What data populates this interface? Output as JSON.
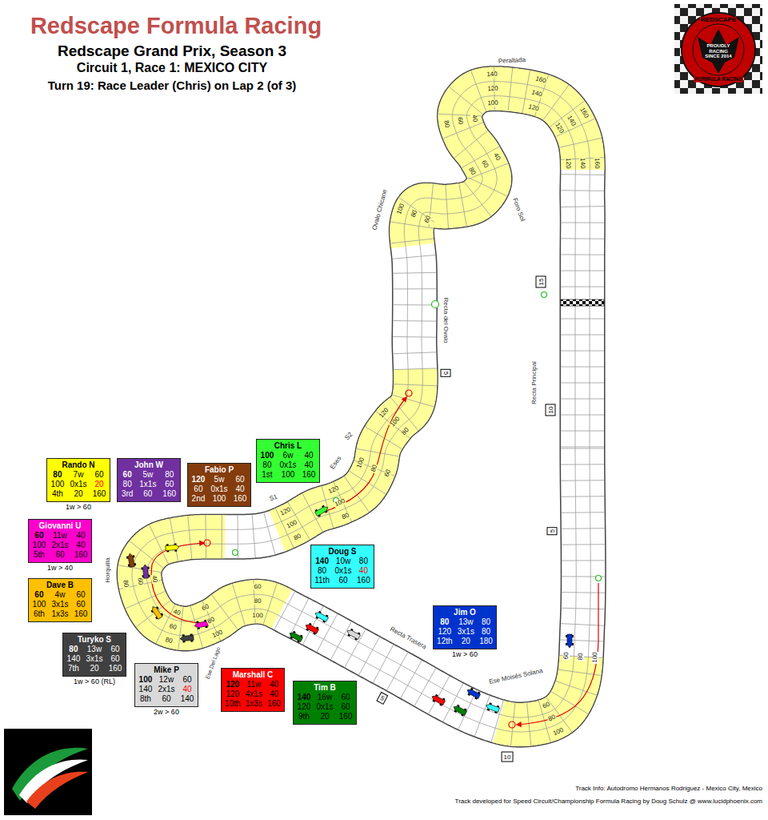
{
  "diagram": {
    "title": "Redscape Formula Racing",
    "nodes": [
      {
        "text": [
          "Rando N",
          "80",
          "7w",
          "60",
          "100",
          "0x1s",
          "20",
          "4th",
          "20",
          "160",
          "1w > 60"
        ]
      },
      {
        "text": [
          "John W",
          "60",
          "5w",
          "80",
          "80",
          "1x1s",
          "60",
          "3rd",
          "60",
          "160"
        ]
      },
      {
        "text": [
          "Fabio P",
          "120",
          "5w",
          "60",
          "60",
          "0x1s",
          "40",
          "2nd",
          "100",
          "160"
        ]
      },
      {
        "text": [
          "Chris L",
          "100",
          "6w",
          "40",
          "80",
          "0x1s",
          "40",
          "1st",
          "100",
          "160"
        ]
      },
      {
        "text": [
          "Giovanni U",
          "60",
          "11w",
          "40",
          "100",
          "2x1s",
          "40",
          "5th",
          "60",
          "160",
          "1w > 40"
        ]
      },
      {
        "text": [
          "Doug S",
          "140",
          "10w",
          "80",
          "80",
          "0x1s",
          "40",
          "11th",
          "60",
          "160"
        ]
      },
      {
        "text": [
          "Dave B",
          "60",
          "4w",
          "60",
          "100",
          "3x1s",
          "60",
          "6th",
          "1x3s",
          "160"
        ]
      },
      {
        "text": [
          "Jim O",
          "80",
          "13w",
          "80",
          "120",
          "3x1s",
          "80",
          "12th",
          "20",
          "180",
          "1w > 60"
        ]
      },
      {
        "text": [
          "Turyko S",
          "80",
          "13w",
          "60",
          "140",
          "3x1s",
          "60",
          "7th",
          "20",
          "160",
          "1w > 60 (RL)"
        ]
      },
      {
        "text": [
          "Mike P",
          "100",
          "12w",
          "60",
          "140",
          "2x1s",
          "40",
          "8th",
          "60",
          "140",
          "2w > 60"
        ]
      },
      {
        "text": [
          "Marshall C",
          "120",
          "11w",
          "40",
          "120",
          "4x1s",
          "40",
          "10th",
          "1x3s",
          "160"
        ]
      },
      {
        "text": [
          "Tim B",
          "140",
          "16w",
          "60",
          "120",
          "0x1s",
          "60",
          "9th",
          "20",
          "160"
        ]
      },
      {
        "text": [
          "15"
        ]
      },
      {
        "text": [
          "10"
        ]
      },
      {
        "text": [
          "5"
        ]
      },
      {
        "text": [
          "5"
        ]
      },
      {
        "text": [
          "5"
        ]
      },
      {
        "text": [
          "10"
        ]
      }
    ],
    "labels": [
      "Redscape Grand Prix, Season 3",
      "Circuit 1, Race 1: MEXICO CITY",
      "Turn 19: Race Leader (Chris) on Lap 2 (of 3)",
      "REDSCAPE",
      "PROUDLY RACING SINCE 2014",
      "FORMULA RACING",
      "Peraltada",
      "Ovalo Chicane",
      "Foro Sol",
      "Recta del Ovalo",
      "Recta Principal",
      "Eses",
      "S2",
      "S1",
      "Horquilla",
      "Ese Del Lago",
      "Recta Trasera",
      "Ese Moisés Solana",
      "Track Info: Autodromo Hermanos Rodriguez - Mexico City, Mexico",
      "Track developed for Speed Circuit/Championship Formula Racing by Doug Schulz @ www.lucidphoenix.com",
      "160",
      "140",
      "120",
      "160",
      "140",
      "120",
      "160",
      "140",
      "120",
      "140",
      "120",
      "100",
      "80",
      "60",
      "40",
      "80",
      "60",
      "40",
      "100",
      "80",
      "60",
      "120",
      "100",
      "80",
      "100",
      "80",
      "60",
      "120",
      "100",
      "80",
      "120",
      "100",
      "80",
      "80",
      "60",
      "40",
      "80",
      "60",
      "40",
      "100",
      "80",
      "60",
      "100",
      "80",
      "60",
      "100",
      "80",
      "60",
      "100",
      "80",
      "60"
    ]
  }
}
